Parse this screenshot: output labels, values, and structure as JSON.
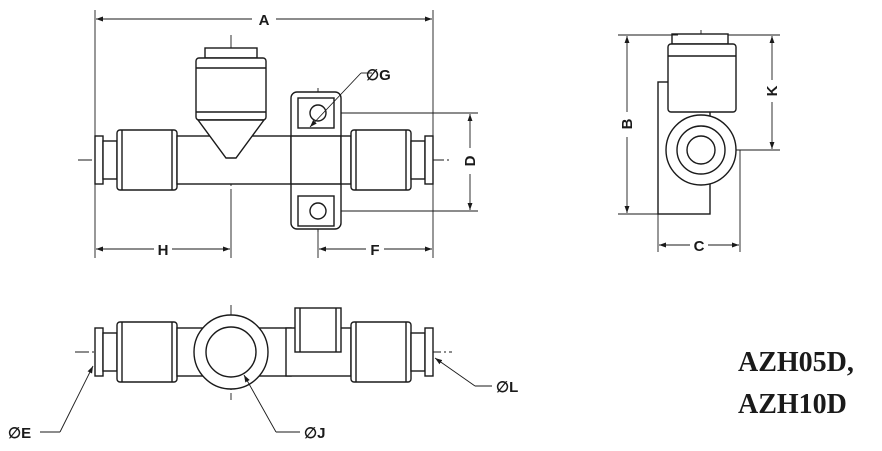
{
  "dimensions": {
    "A": "A",
    "B": "B",
    "C": "C",
    "D": "D",
    "F": "F",
    "H": "H",
    "K": "K",
    "G": "∅G",
    "E": "∅E",
    "J": "∅J",
    "L": "∅L"
  },
  "models": {
    "line1": "AZH05D,",
    "line2": "AZH10D"
  },
  "colors": {
    "line": "#1a1a1a",
    "background": "#ffffff"
  }
}
